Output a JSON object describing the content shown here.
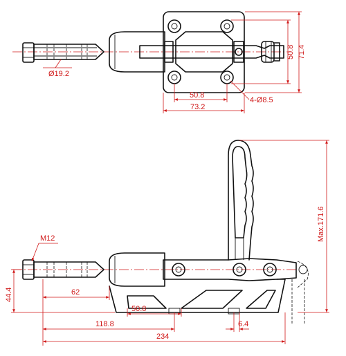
{
  "drawing": {
    "top_view": {
      "dims": {
        "rod_dia": "Ø19.2",
        "hole_spacing_inner": "50.8",
        "base_width": "73.2",
        "holes": "4-Ø8.5",
        "hole_spacing_vertical": "50.8",
        "base_height": "71.4"
      }
    },
    "side_view": {
      "dims": {
        "thread": "M12",
        "height_base": "44.4",
        "rod_extension": "62",
        "mount_spacing": "50.8",
        "to_mount": "118.8",
        "slot": "6.4",
        "overall_length": "234",
        "max_height": "Max.171.6"
      }
    }
  }
}
